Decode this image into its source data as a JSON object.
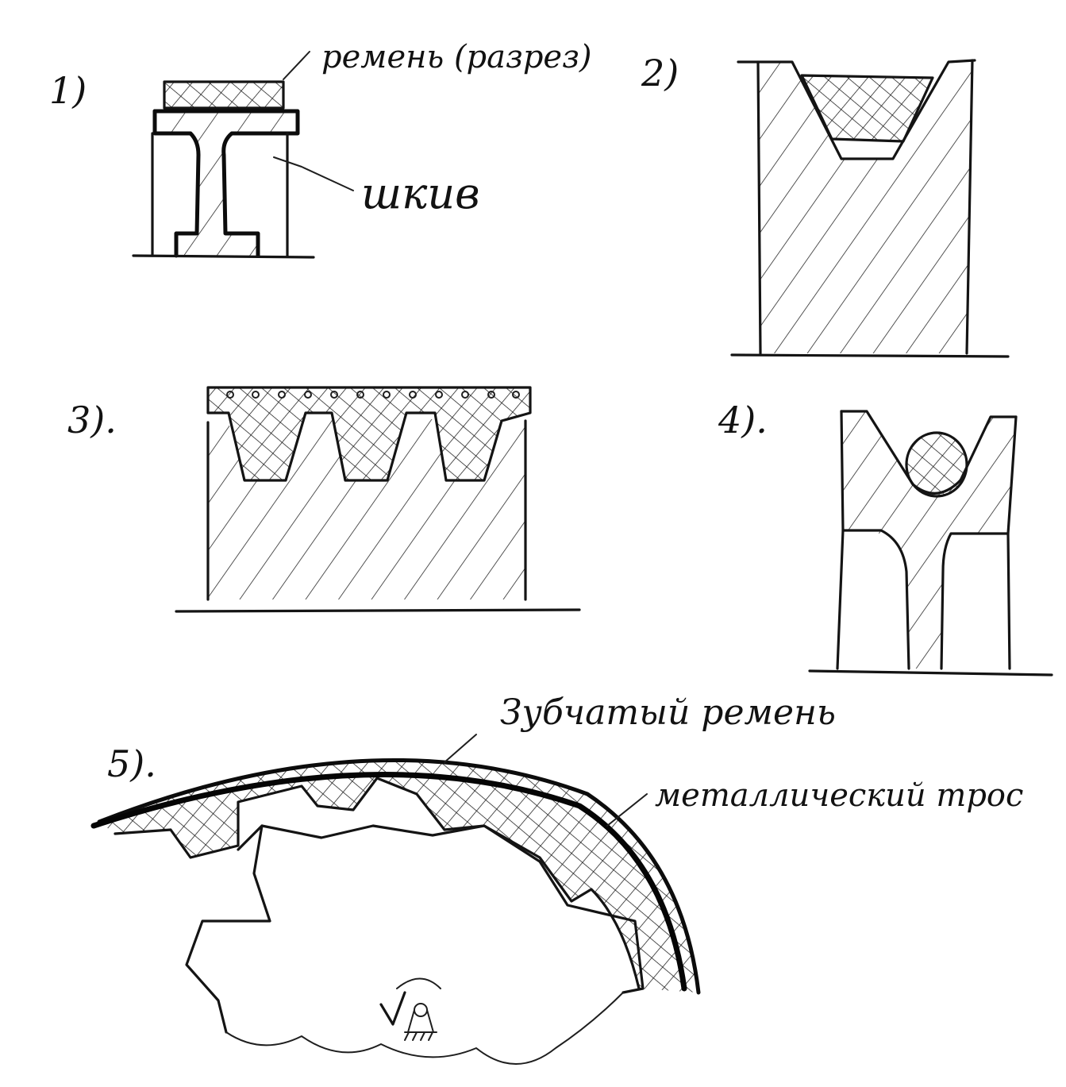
{
  "figures": [
    {
      "number": "1)",
      "belt_label": "ремень (разрез)",
      "pulley_label": "шкив"
    },
    {
      "number": "2)"
    },
    {
      "number": "3)."
    },
    {
      "number": "4)."
    },
    {
      "number": "5).",
      "belt_label": "Зубчатый ремень",
      "rope_label": "металлический трос"
    }
  ],
  "colors": {
    "ink": "#141414",
    "paper": "#ffffff"
  }
}
